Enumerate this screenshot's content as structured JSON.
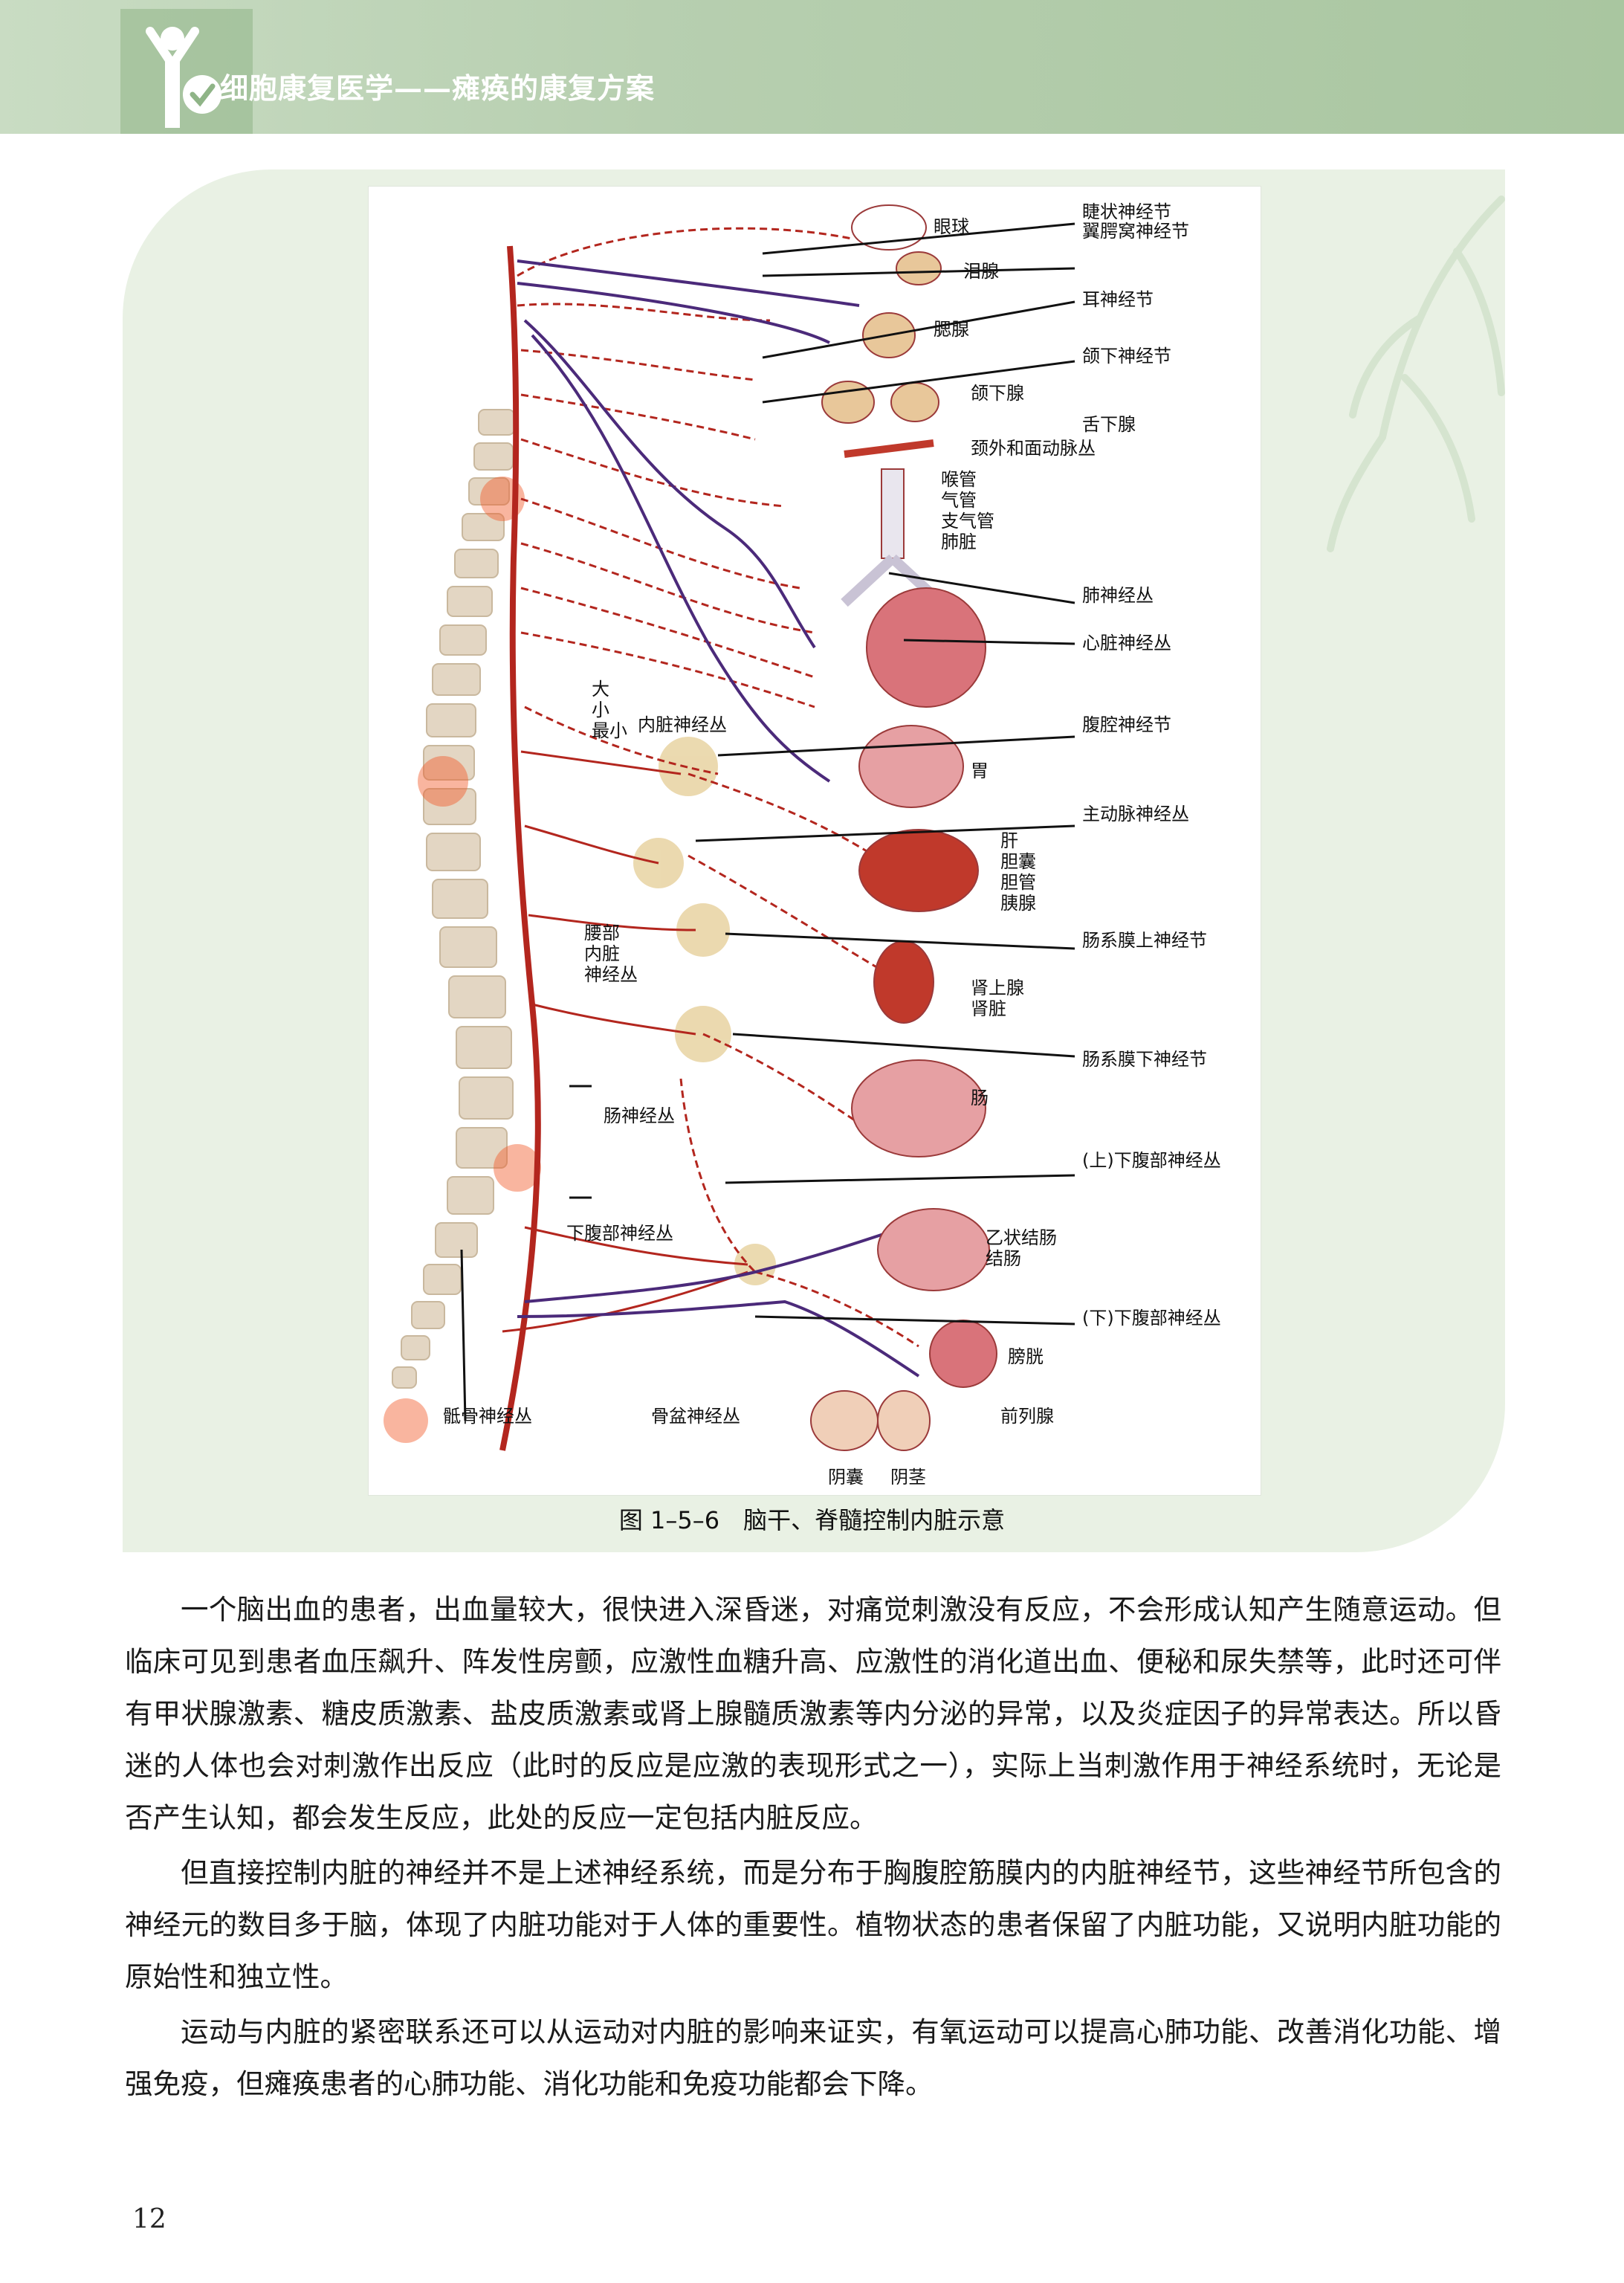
{
  "header": {
    "book_title": "细胞康复医学——瘫痪的康复方案",
    "logo_icon": "person-check-icon"
  },
  "figure": {
    "labels": {
      "ciliary_ganglion": "睫状神经节",
      "eyeball": "眼球",
      "pterygopalatine_ganglion": "翼腭窝神经节",
      "lacrimal_gland": "泪腺",
      "otic_ganglion": "耳神经节",
      "parotid_gland": "腮腺",
      "submandibular_ganglion": "颌下神经节",
      "submandibular_gland": "颌下腺",
      "sublingual_gland": "舌下腺",
      "carotid_plexus": "颈外和面动脉丛",
      "airway_organs": "喉管\n气管\n支气管\n肺脏",
      "pulmonary_plexus": "肺神经丛",
      "cardiac_plexus": "心脏神经丛",
      "splanchnic_sizes": "大\n小\n最小",
      "splanchnic_plexus": "内脏神经丛",
      "celiac_ganglion": "腹腔神经节",
      "stomach": "胃",
      "aortic_plexus": "主动脉神经丛",
      "liver_group": "肝\n胆囊\n胆管\n胰腺",
      "lumbar_splanchnic": "腰部\n内脏\n神经丛",
      "superior_mesenteric_ganglion": "肠系膜上神经节",
      "kidney_group": "肾上腺\n肾脏",
      "inferior_mesenteric_ganglion": "肠系膜下神经节",
      "intestinal_plexus": "肠神经丛",
      "intestine": "肠",
      "superior_hypogastric_plexus": "(上)下腹部神经丛",
      "hypogastric_plexus": "下腹部神经丛",
      "colon_group": "乙状结肠\n结肠",
      "inferior_hypogastric_plexus": "(下)下腹部神经丛",
      "bladder": "膀胱",
      "sacral_plexus": "骶骨神经丛",
      "pelvic_plexus": "骨盆神经丛",
      "prostate": "前列腺",
      "scrotum": "阴囊",
      "penis": "阴茎"
    },
    "caption": "图 1–5–6　脑干、脊髓控制内脏示意"
  },
  "body": {
    "paragraphs": [
      "一个脑出血的患者，出血量较大，很快进入深昏迷，对痛觉刺激没有反应，不会形成认知产生随意运动。但临床可见到患者血压飙升、阵发性房颤，应激性血糖升高、应激性的消化道出血、便秘和尿失禁等，此时还可伴有甲状腺激素、糖皮质激素、盐皮质激素或肾上腺髓质激素等内分泌的异常，以及炎症因子的异常表达。所以昏迷的人体也会对刺激作出反应（此时的反应是应激的表现形式之一），实际上当刺激作用于神经系统时，无论是否产生认知，都会发生反应，此处的反应一定包括内脏反应。",
      "但直接控制内脏的神经并不是上述神经系统，而是分布于胸腹腔筋膜内的内脏神经节，这些神经节所包含的神经元的数目多于脑，体现了内脏功能对于人体的重要性。植物状态的患者保留了内脏功能，又说明内脏功能的原始性和独立性。",
      "运动与内脏的紧密联系还可以从运动对内脏的影响来证实，有氧运动可以提高心肺功能、改善消化功能、增强免疫，但瘫痪患者的心肺功能、消化功能和免疫功能都会下降。"
    ]
  },
  "footer": {
    "page_number": "12"
  },
  "colors": {
    "header_band": "#b7cfb0",
    "panel": "#e9f1e4",
    "nerve_red": "#b3261e",
    "nerve_purple": "#4b2a7a",
    "organ_pink": "#d9737a",
    "ganglion_tan": "#e8d3a2",
    "bone": "#e3d6c3"
  }
}
